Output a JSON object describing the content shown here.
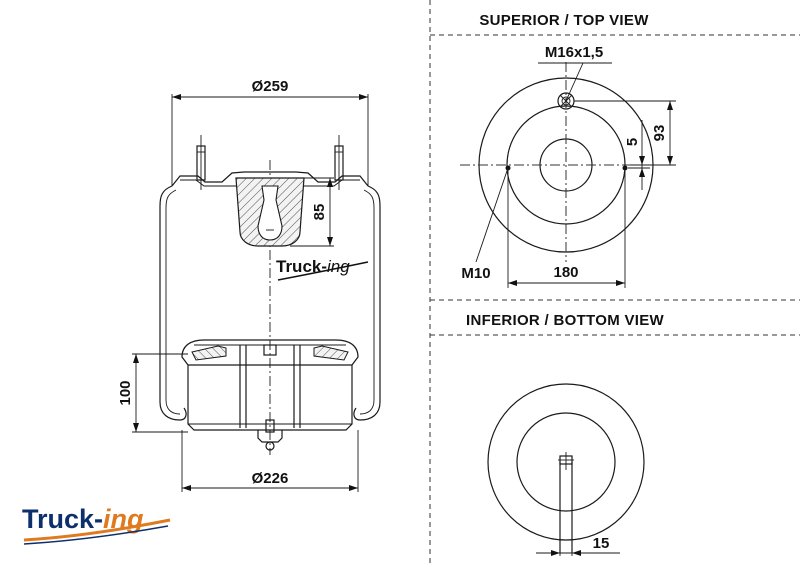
{
  "brand": {
    "logo_text_main": "Truck-",
    "logo_text_italic": "ing",
    "colors": {
      "main": "#0d2f6b",
      "accent": "#e07a1f"
    }
  },
  "side_view": {
    "dim_top_diameter": "Ø259",
    "dim_bottom_diameter": "Ø226",
    "dim_insert_height": "85",
    "dim_piston_height": "100"
  },
  "top_view": {
    "title": "SUPERIOR / TOP VIEW",
    "dim_thread": "M16x1,5",
    "dim_offset_93": "93",
    "dim_offset_5": "5",
    "dim_bolt": "M10",
    "dim_spacing": "180"
  },
  "bottom_view": {
    "title": "INFERIOR / BOTTOM VIEW",
    "dim_slot": "15"
  }
}
